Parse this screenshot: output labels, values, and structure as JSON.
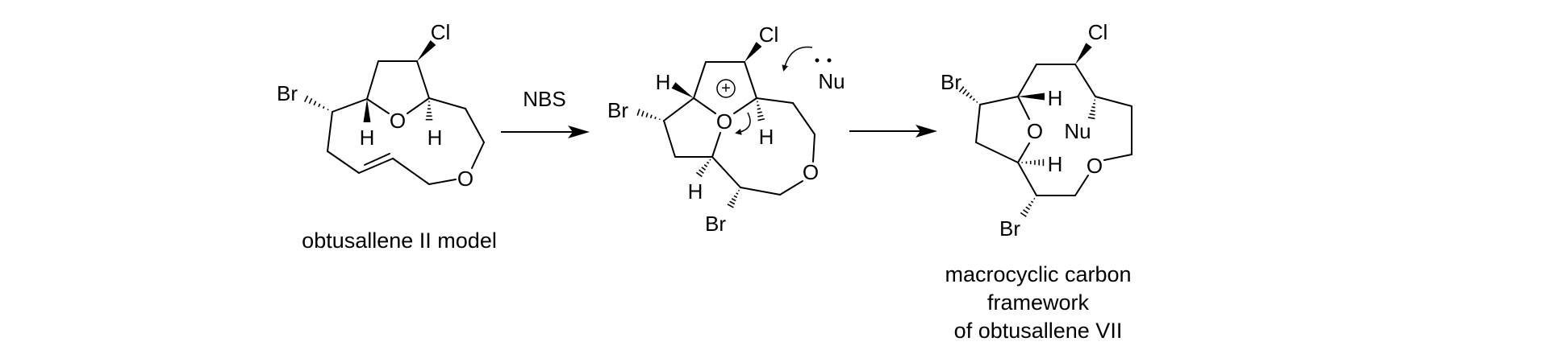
{
  "reagent": "NBS",
  "mol1": {
    "caption": "obtusallene II model",
    "atoms": {
      "cl": "Cl",
      "br": "Br",
      "o_ring": "O",
      "h_left": "H",
      "h_right": "H",
      "o_macro": "O"
    }
  },
  "mol2": {
    "atoms": {
      "cl": "Cl",
      "h_top": "H",
      "br_top": "Br",
      "o_plus": "O",
      "plus": "+",
      "h_right": "H",
      "h_bottom": "H",
      "br_bottom": "Br",
      "o_macro": "O",
      "nu": "Nu"
    }
  },
  "mol3": {
    "caption": [
      "macrocyclic carbon",
      "framework",
      "of obtusallene VII"
    ],
    "atoms": {
      "cl": "Cl",
      "br_top": "Br",
      "h_top": "H",
      "o_bridge": "O",
      "nu": "Nu",
      "h_bottom": "H",
      "o_macro": "O",
      "br_bottom": "Br"
    }
  }
}
